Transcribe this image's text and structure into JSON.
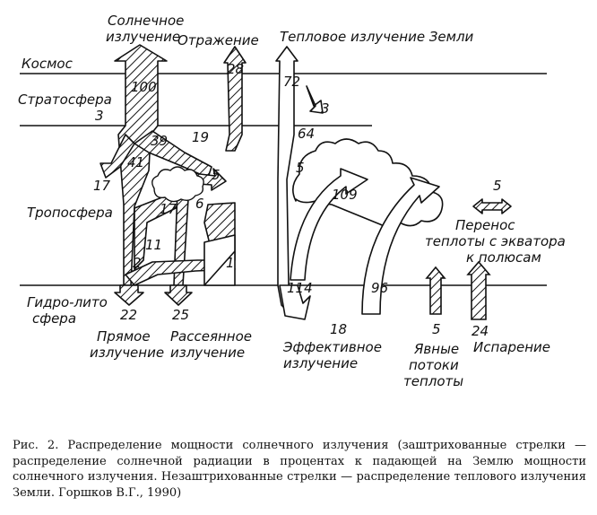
{
  "labels": {
    "solar": "Солнечное излучение",
    "reflection": "Отражение",
    "thermal": "Тепловое излучение Земли",
    "space": "Космос",
    "stratosphere": "Стратосфера",
    "troposphere": "Тропосфера",
    "hydro": "Гидро-лито сфера",
    "direct": "Прямое излучение",
    "scattered": "Рассеянное излучение",
    "effective": "Эффективное излучение",
    "explicit": "Явные потоки теплоты",
    "evaporation": "Испарение",
    "transfer": "Перенос теплоты с экватора к полюсам"
  },
  "values": {
    "v100": "100",
    "v28": "28",
    "v72": "72",
    "v3a": "3",
    "v3b": "3",
    "v17a": "17",
    "v17b": "17",
    "v39": "39",
    "v19": "19",
    "v41": "41",
    "v5a": "5",
    "v5b": "5",
    "v5c": "5",
    "v5d": "5",
    "v6": "6",
    "v11": "11",
    "v2": "2",
    "v1": "1",
    "v64": "64",
    "v109": "109",
    "v114": "114",
    "v96": "96",
    "v22": "22",
    "v25": "25",
    "v18": "18",
    "v24": "24"
  },
  "caption": "Рис. 2. Распределение мощности солнечного излучения (заштрихованные стрелки — распределение солнечной радиации в процентах к падающей на Землю мощности солнечного излучения. Незаштрихованные стрелки — распределение теплового излучения Земли. Горшков В.Г., 1990)"
}
